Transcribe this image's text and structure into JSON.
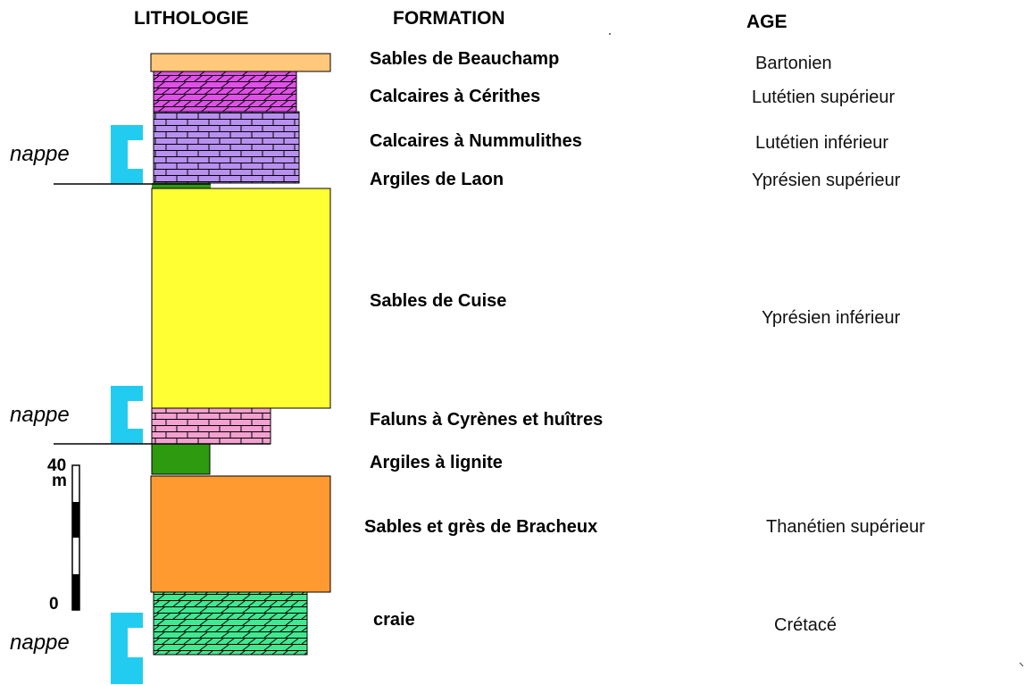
{
  "headers": {
    "lithology": "LITHOLOGIE",
    "formation": "FORMATION",
    "age": "AGE"
  },
  "layers": [
    {
      "formation": "Sables de Beauchamp",
      "age": "Bartonien",
      "color": "#ffc87a",
      "pattern": "none"
    },
    {
      "formation": "Calcaires à Cérithes",
      "age": "Lutétien supérieur",
      "color": "#e050e8",
      "pattern": "cross-brick"
    },
    {
      "formation": "Calcaires à Nummulithes",
      "age": "Lutétien inférieur",
      "color": "#b890f0",
      "pattern": "brick"
    },
    {
      "formation": "Argiles de Laon",
      "age": "Yprésien supérieur",
      "color": "#2e9a10",
      "pattern": "none"
    },
    {
      "formation": "Sables de Cuise",
      "age": "Yprésien inférieur",
      "color": "#ffff33",
      "pattern": "none"
    },
    {
      "formation": "Faluns à Cyrènes et huîtres",
      "age": "",
      "color": "#f4a0d0",
      "pattern": "brick"
    },
    {
      "formation": "Argiles à lignite",
      "age": "",
      "color": "#2e9a10",
      "pattern": "none"
    },
    {
      "formation": "Sables et grès de Bracheux",
      "age": "Thanétien supérieur",
      "color": "#ff9a30",
      "pattern": "none"
    },
    {
      "formation": "craie",
      "age": "Crétacé",
      "color": "#40e890",
      "pattern": "cross-brick"
    }
  ],
  "aquifers": [
    {
      "label": "nappe"
    },
    {
      "label": "nappe"
    },
    {
      "label": "nappe"
    }
  ],
  "scale": {
    "top_label": "40",
    "unit": "m",
    "bottom_label": "0"
  },
  "colors": {
    "aquifer": "#22ccf0",
    "line": "#000000"
  }
}
